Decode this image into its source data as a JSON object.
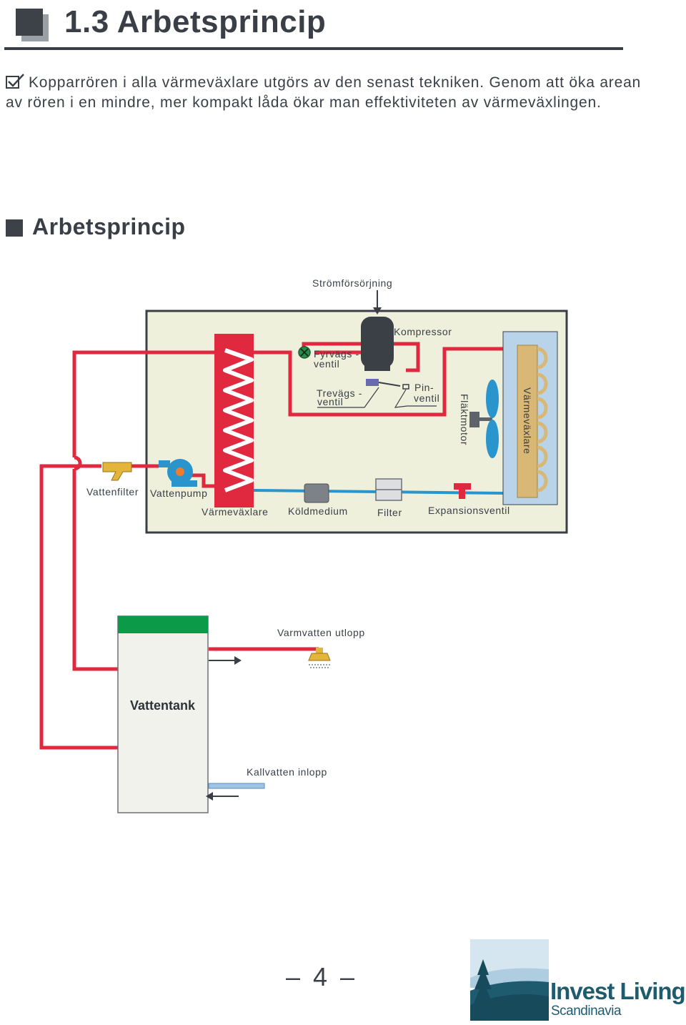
{
  "heading": {
    "title": "1.3 Arbetsprincip"
  },
  "intro": {
    "text": "Kopparrören i alla värmeväxlare utgörs av den senast tekniken. Genom att öka arean av rören i en mindre, mer kompakt låda ökar man effektiviteten av värmeväxlingen."
  },
  "section": {
    "title": "Arbetsprincip"
  },
  "diagram": {
    "power_label": "Strömförsörjning",
    "compressor_label": "Kompressor",
    "four_way_valve_label_1": "Fyrvägs -",
    "four_way_valve_label_2": "ventil",
    "three_way_valve_label_1": "Trevägs  -",
    "three_way_valve_label_2": "ventil",
    "pin_valve_label_1": "Pin-",
    "pin_valve_label_2": "ventil",
    "fan_motor_label": "Fläktmotor",
    "outdoor_exchanger_label": "Värmeväxlare",
    "water_filter_label": "Vattenfilter",
    "water_pump_label": "Vattenpump",
    "heat_exchanger_label": "Värmeväxlare",
    "refrigerant_label": "Köldmedium",
    "filter_label": "Filter",
    "expansion_valve_label": "Expansionsventil",
    "water_tank_label": "Vattentank",
    "hot_water_outlet_label": "Varmvatten utlopp",
    "cold_water_inlet_label": "Kallvatten inlopp",
    "colors": {
      "hot_pipe": "#e0283f",
      "cold_pipe": "#2a94cc",
      "tank_cap": "#0b9a48",
      "box_fill": "#eef0dc"
    }
  },
  "footer": {
    "page_number": "– 4 –",
    "logo_line1": "Invest Living",
    "logo_line2": "Scandinavia"
  }
}
